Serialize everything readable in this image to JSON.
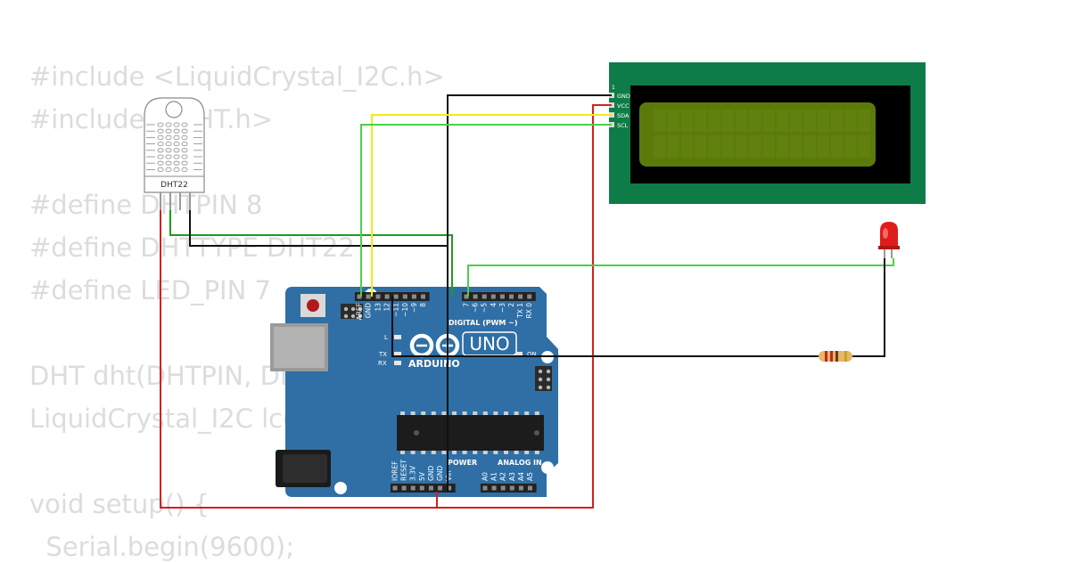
{
  "code_lines": [
    "#include <LiquidCrystal_I2C.h>",
    "#include <DHT.h>",
    "",
    "#define DHTPIN 8",
    "#define DHTTYPE DHT22",
    "#define LED_PIN 7",
    "",
    "DHT dht(DHTPIN, DHTTYPE);",
    "LiquidCrystal_I2C lcd(0x27, 16, 2);",
    "",
    "void setup() {",
    "  Serial.begin(9600);"
  ],
  "dht22": {
    "label": "DHT22"
  },
  "lcd": {
    "pin_one": "1",
    "pins": [
      "GND",
      "VCC",
      "SDA",
      "SCL"
    ],
    "columns": 16,
    "rows": 2
  },
  "arduino": {
    "brand": "ARDUINO",
    "model": "UNO",
    "digital_header": "DIGITAL (PWM ~)",
    "power_header": "POWER",
    "analog_header": "ANALOG IN",
    "aref_pins": [
      "AREF",
      "GND"
    ],
    "digital_pins": [
      "13",
      "12",
      "~11",
      "~10",
      "~9",
      "8",
      "7",
      "~6",
      "~5",
      "4",
      "~3",
      "2",
      "TX 1",
      "RX 0"
    ],
    "power_pins": [
      "IOREF",
      "RESET",
      "3.3V",
      "5V",
      "GND",
      "GND",
      "Vin"
    ],
    "analog_pins": [
      "A0",
      "A1",
      "A2",
      "A3",
      "A4",
      "A5"
    ],
    "led_l": "L",
    "led_tx": "TX",
    "led_rx": "RX",
    "led_on": "ON"
  },
  "colors": {
    "pcb": "#2f6fa5",
    "lcd_board": "#0e7c46",
    "lcd_screen": "#5c7a0a",
    "wire_red": "#d61f1f",
    "wire_black": "#111111",
    "wire_yellow": "#f2ea1c",
    "wire_green": "#1e9a1e",
    "wire_lightgreen": "#4ccf4c",
    "led_red": "#e01b1b"
  }
}
